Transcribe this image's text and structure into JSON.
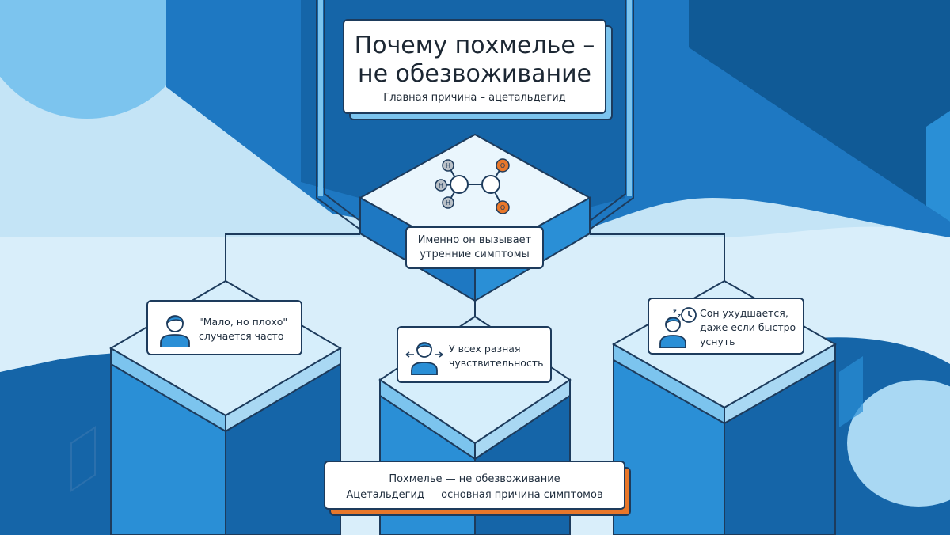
{
  "title": {
    "main_line1": "Почему похмелье –",
    "main_line2": "не обезвоживание",
    "subtitle": "Главная причина – ацетальдегид"
  },
  "molecule": {
    "atoms": [
      "H",
      "H",
      "H",
      "O",
      "O"
    ]
  },
  "center_callout": {
    "line1": "Именно он вызывает",
    "line2": "утренние симптомы"
  },
  "nodes": [
    {
      "id": "left",
      "icon": "person-icon",
      "line1": "\"Мало, но плохо\"",
      "line2": "случается часто"
    },
    {
      "id": "mid",
      "icon": "person-sensitivity-icon",
      "line1": "У всех разная",
      "line2": "чувствительность"
    },
    {
      "id": "right",
      "icon": "person-sleep-icon",
      "line1": "Сон ухудшается,",
      "line2": "даже если быстро",
      "line3": "уснуть"
    }
  ],
  "summary": {
    "line1": "Похмелье — не обезвоживание",
    "line2": "Ацетальдегид — основная причина симптомов"
  },
  "colors": {
    "background": "#d9eefa",
    "dark_blue": "#1565a8",
    "mid_blue": "#2a8fd6",
    "light_blue": "#7cc4ee",
    "outline": "#1d3b5c",
    "accent_orange": "#e8772a",
    "card": "#ffffff"
  }
}
